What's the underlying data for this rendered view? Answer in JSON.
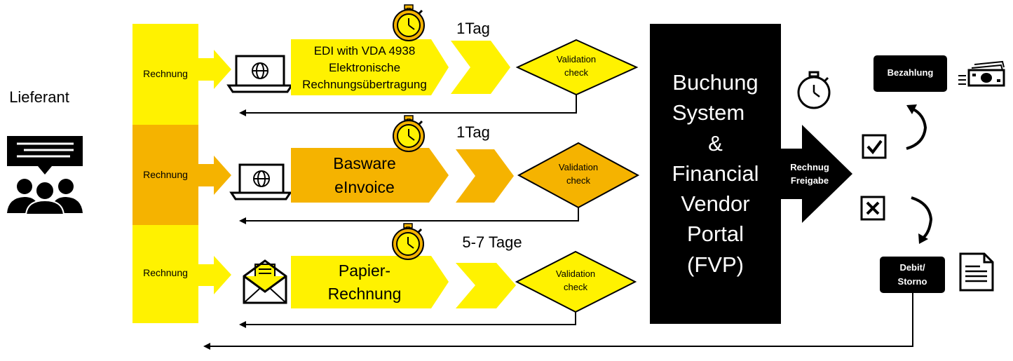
{
  "supplier": {
    "label": "Lieferant",
    "icon": "supplier-group-chat-icon"
  },
  "colors": {
    "yellow": "#FFF200",
    "amber": "#F5B300",
    "black": "#000000",
    "white": "#FFFFFF"
  },
  "lanes": [
    {
      "invoice_label": "Rechnung",
      "channel_icon": "laptop-globe-icon",
      "channel_text_1": "EDI with VDA 4938",
      "channel_text_2": "Elektronische",
      "channel_text_3": "Rechnungsübertragung",
      "duration": "1Tag",
      "validation_1": "Validation",
      "validation_2": "check",
      "color": "#FFF200"
    },
    {
      "invoice_label": "Rechnung",
      "channel_icon": "laptop-globe-icon",
      "channel_text_1": "Basware",
      "channel_text_2": "eInvoice",
      "duration": "1Tag",
      "validation_1": "Validation",
      "validation_2": "check",
      "color": "#F5B300"
    },
    {
      "invoice_label": "Rechnung",
      "channel_icon": "envelope-letter-icon",
      "channel_text_1": "Papier-",
      "channel_text_2": "Rechnung",
      "duration": "5-7 Tage",
      "validation_1": "Validation",
      "validation_2": "check",
      "color": "#FFF200"
    }
  ],
  "system": {
    "line_1": "Buchung",
    "line_2": "System",
    "line_3": "&",
    "line_4": "Financial",
    "line_5": "Vendor",
    "line_6": "Portal",
    "line_7": "(FVP)"
  },
  "release": {
    "line_1": "Rechnug",
    "line_2": "Freigabe"
  },
  "outcomes": {
    "payment": {
      "label": "Bezahlung",
      "icon": "money-bills-icon",
      "check_icon": "checkbox-checked-icon"
    },
    "debit": {
      "line_1": "Debit/",
      "line_2": "Storno",
      "icon": "document-icon",
      "cross_icon": "checkbox-cross-icon"
    }
  },
  "icons": {
    "timer": "stopwatch-icon"
  }
}
